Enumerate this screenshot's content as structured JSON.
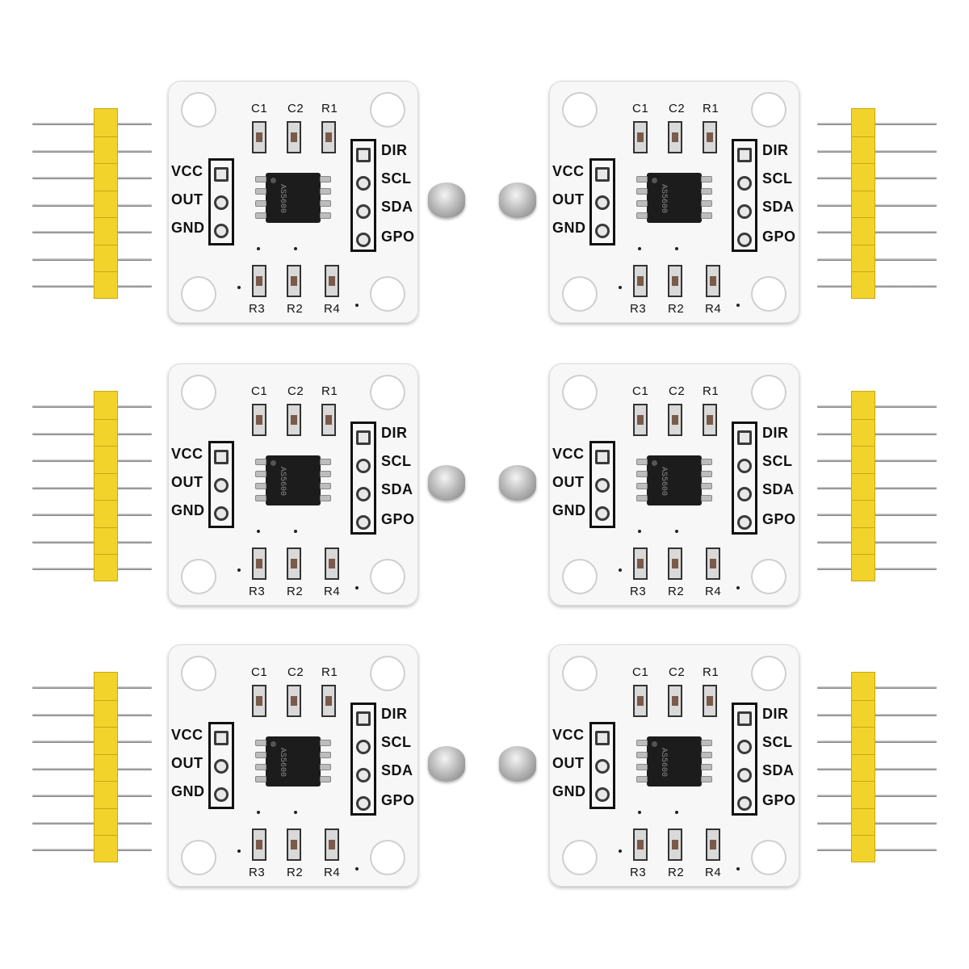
{
  "modules": [
    {
      "header_side": "left"
    },
    {
      "header_side": "right"
    },
    {
      "header_side": "left"
    },
    {
      "header_side": "right"
    },
    {
      "header_side": "left"
    },
    {
      "header_side": "right"
    }
  ],
  "silkscreen": {
    "left_pins": [
      "VCC",
      "OUT",
      "GND"
    ],
    "right_pins": [
      "DIR",
      "SCL",
      "SDA",
      "GPO"
    ],
    "top_parts": [
      "C1",
      "C2",
      "R1"
    ],
    "bottom_parts": [
      "R3",
      "R2",
      "R4"
    ],
    "chip_marking": "AS5600"
  },
  "colors": {
    "board": "#f7f7f7",
    "header": "#f2d32c",
    "chip": "#1c1c1c",
    "silkscreen": "#111111"
  }
}
